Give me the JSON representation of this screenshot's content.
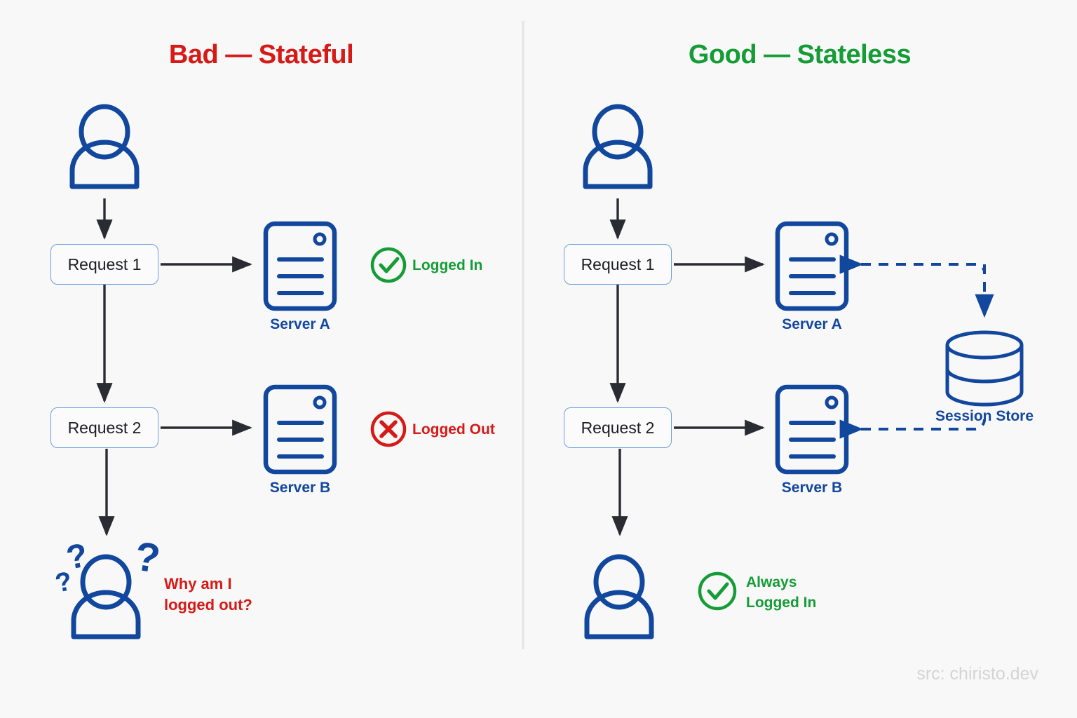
{
  "background": "#f8f8f8",
  "colors": {
    "blue": "#12479e",
    "red": "#d51a17",
    "green": "#169c37",
    "arrow_dark": "#2b2b33",
    "box_border": "#6e9ee0",
    "divider": "#e2e2e2",
    "credit": "#d4d4d4"
  },
  "panels": {
    "left": {
      "title": "Bad — Stateful",
      "title_color": "#d51a17",
      "user_icon": "person-icon",
      "requests": [
        {
          "label": "Request 1"
        },
        {
          "label": "Request 2"
        }
      ],
      "servers": [
        {
          "label": "Server A",
          "icon": "server-document-icon"
        },
        {
          "label": "Server B",
          "icon": "server-document-icon"
        }
      ],
      "statuses": [
        {
          "icon": "check-circle-icon",
          "text": "Logged In",
          "color": "#169c37"
        },
        {
          "icon": "x-circle-icon",
          "text": "Logged Out",
          "color": "#d51a17"
        }
      ],
      "confused_user": {
        "icon": "confused-person-icon",
        "question_marks": 3,
        "caption_line1": "Why am I",
        "caption_line2": "logged out?"
      }
    },
    "right": {
      "title": "Good — Stateless",
      "title_color": "#169c37",
      "user_icon": "person-icon",
      "requests": [
        {
          "label": "Request 1"
        },
        {
          "label": "Request 2"
        }
      ],
      "servers": [
        {
          "label": "Server A",
          "icon": "server-document-icon"
        },
        {
          "label": "Server B",
          "icon": "server-document-icon"
        }
      ],
      "session_store": {
        "icon": "database-cylinder-icon",
        "label": "Session Store"
      },
      "happy_user": {
        "icon": "person-icon"
      },
      "status": {
        "icon": "check-circle-icon",
        "text_line1": "Always",
        "text_line2": "Logged In",
        "color": "#169c37"
      }
    }
  },
  "credit": "src: chiristo.dev"
}
